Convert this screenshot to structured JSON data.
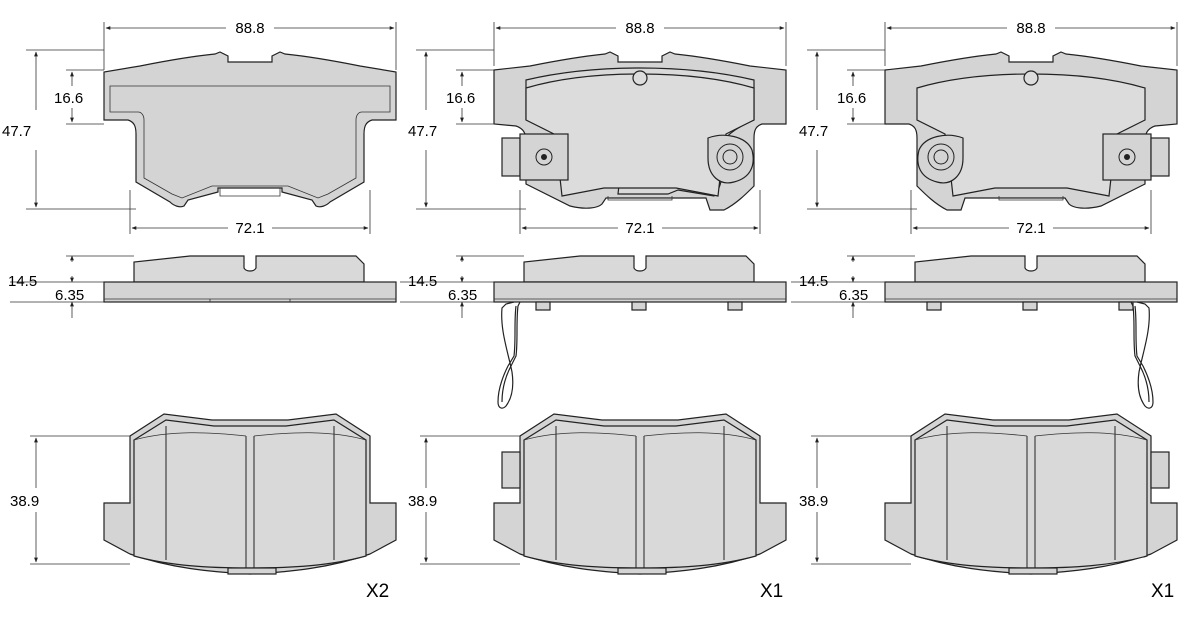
{
  "colors": {
    "fill": "#dcdcdc",
    "stroke": "#222222",
    "background": "#ffffff"
  },
  "panels": [
    {
      "id": "left",
      "has_clip": false,
      "sensor_side": "none",
      "dimensions": {
        "width_top": "88.8",
        "width_bottom": "72.1",
        "height_total": "47.7",
        "height_ear": "16.6",
        "thickness_total": "14.5",
        "thickness_backplate": "6.35",
        "friction_height": "38.9"
      },
      "quantity": "X2"
    },
    {
      "id": "middle",
      "has_clip": true,
      "sensor_side": "left",
      "dimensions": {
        "width_top": "88.8",
        "width_bottom": "72.1",
        "height_total": "47.7",
        "height_ear": "16.6",
        "thickness_total": "14.5",
        "thickness_backplate": "6.35",
        "friction_height": "38.9"
      },
      "quantity": "X1"
    },
    {
      "id": "right",
      "has_clip": true,
      "sensor_side": "right",
      "dimensions": {
        "width_top": "88.8",
        "width_bottom": "72.1",
        "height_total": "47.7",
        "height_ear": "16.6",
        "thickness_total": "14.5",
        "thickness_backplate": "6.35",
        "friction_height": "38.9"
      },
      "quantity": "X1"
    }
  ]
}
